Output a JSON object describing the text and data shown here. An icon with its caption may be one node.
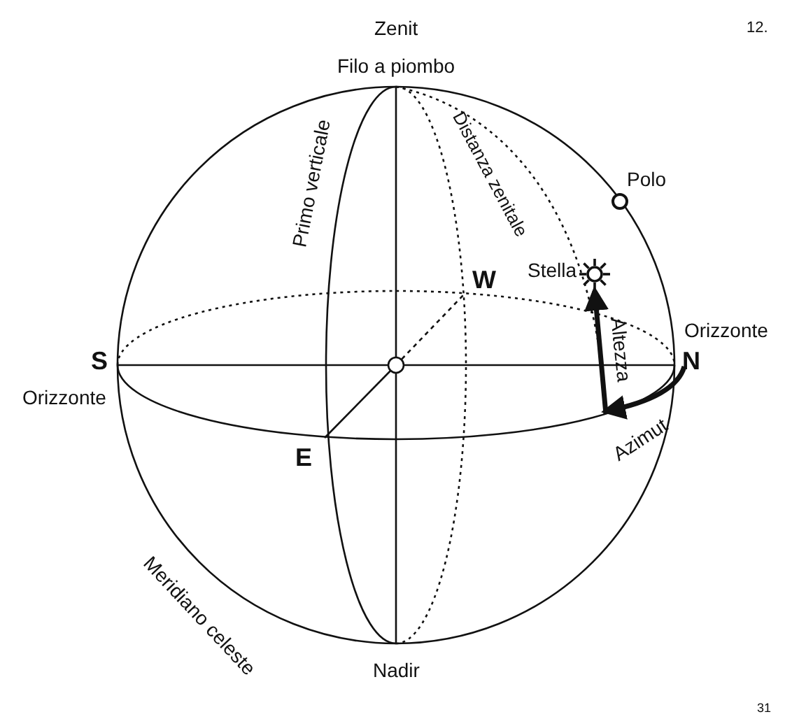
{
  "diagram": {
    "nodes": [
      {
        "text": [
          "N"
        ]
      },
      {
        "text": [],
        "shape": "star",
        "beside": [
          "Stella"
        ]
      }
    ],
    "edges": [
      {
        "from": null,
        "to": 1,
        "arrow": "to",
        "label": "Altezza"
      },
      {
        "from": 0,
        "to": null,
        "arrow": "to",
        "label": "Azimut"
      }
    ],
    "labels": [
      "Zenit",
      "12.",
      "Filo a piombo",
      "Distanza zenitale",
      "Primo verticale",
      "Polo",
      "W",
      "Orizzonte",
      "S",
      "Orizzonte",
      "E",
      "Meridiano celeste",
      "Nadir",
      "31"
    ]
  }
}
